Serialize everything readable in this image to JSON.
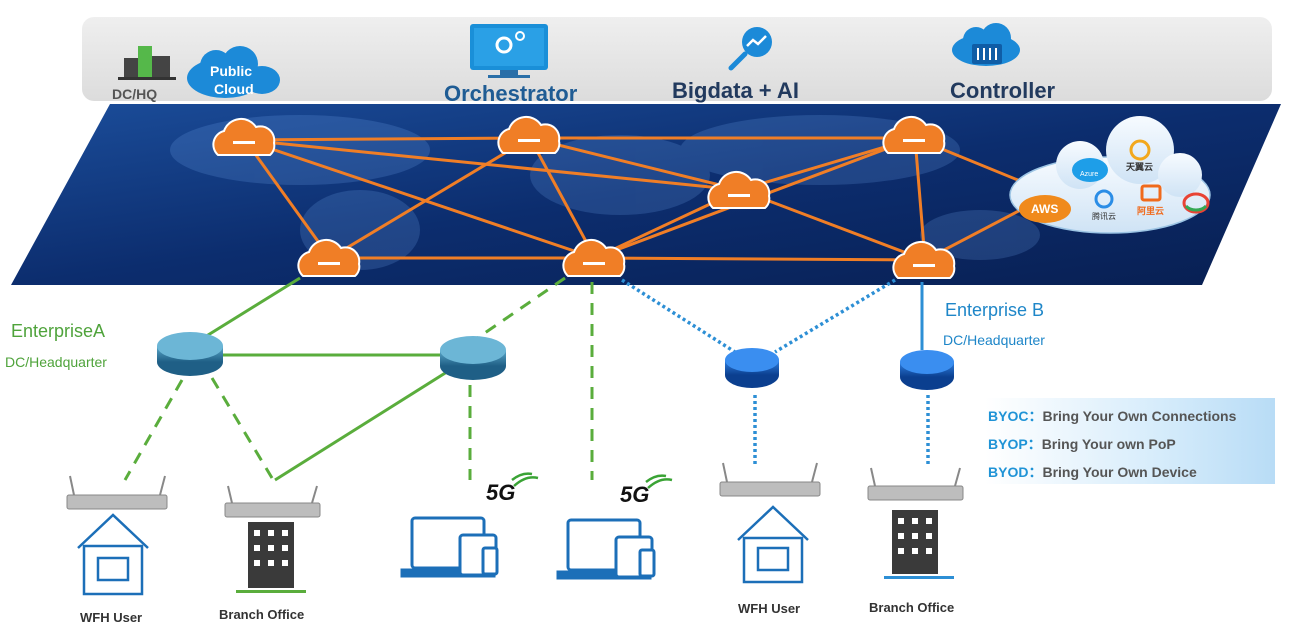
{
  "top_bar": {
    "dc_hq": "DC/HQ",
    "public_cloud": [
      "Public",
      "Cloud"
    ],
    "orchestrator": "Orchestrator",
    "bigdata_ai": "Bigdata + AI",
    "controller": "Controller"
  },
  "cloud_providers": {
    "azure": "Azure",
    "tianyi": "天翼云",
    "aws": "AWS",
    "tencent": "腾讯云",
    "aliyun": "阿里云"
  },
  "enterprise_a": {
    "name": "EnterpriseA",
    "sub": "DC/Headquarter"
  },
  "enterprise_b": {
    "name": "Enterprise B",
    "sub": "DC/Headquarter"
  },
  "endpoints": {
    "wfh_a": "WFH User",
    "branch_a": "Branch Office",
    "five_g": "5G",
    "wfh_b": "WFH User",
    "branch_b": "Branch Office"
  },
  "byo": [
    {
      "key": "BYOC：",
      "text": "Bring Your Own Connections"
    },
    {
      "key": "BYOP：",
      "text": "Bring Your own PoP"
    },
    {
      "key": "BYOD：",
      "text": "Bring Your Own Device"
    }
  ],
  "colors": {
    "mesh": "#f07e26",
    "enterprise_a": "#5aad3c",
    "enterprise_b": "#2d8fd5",
    "map": "#0b2a66"
  }
}
